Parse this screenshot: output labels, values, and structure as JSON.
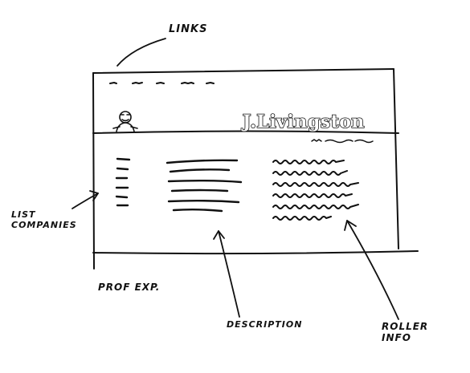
{
  "labels": {
    "links": "LINKS",
    "list_companies": "LIST\nCOMPANIES",
    "prof_exp": "PROF EXP.",
    "description": "DESCRIPTION",
    "roller_info": "ROLLER\nINFO"
  },
  "logo": {
    "text": "J.Livingston"
  },
  "colors": {
    "ink": "#111111",
    "paper": "#ffffff"
  }
}
